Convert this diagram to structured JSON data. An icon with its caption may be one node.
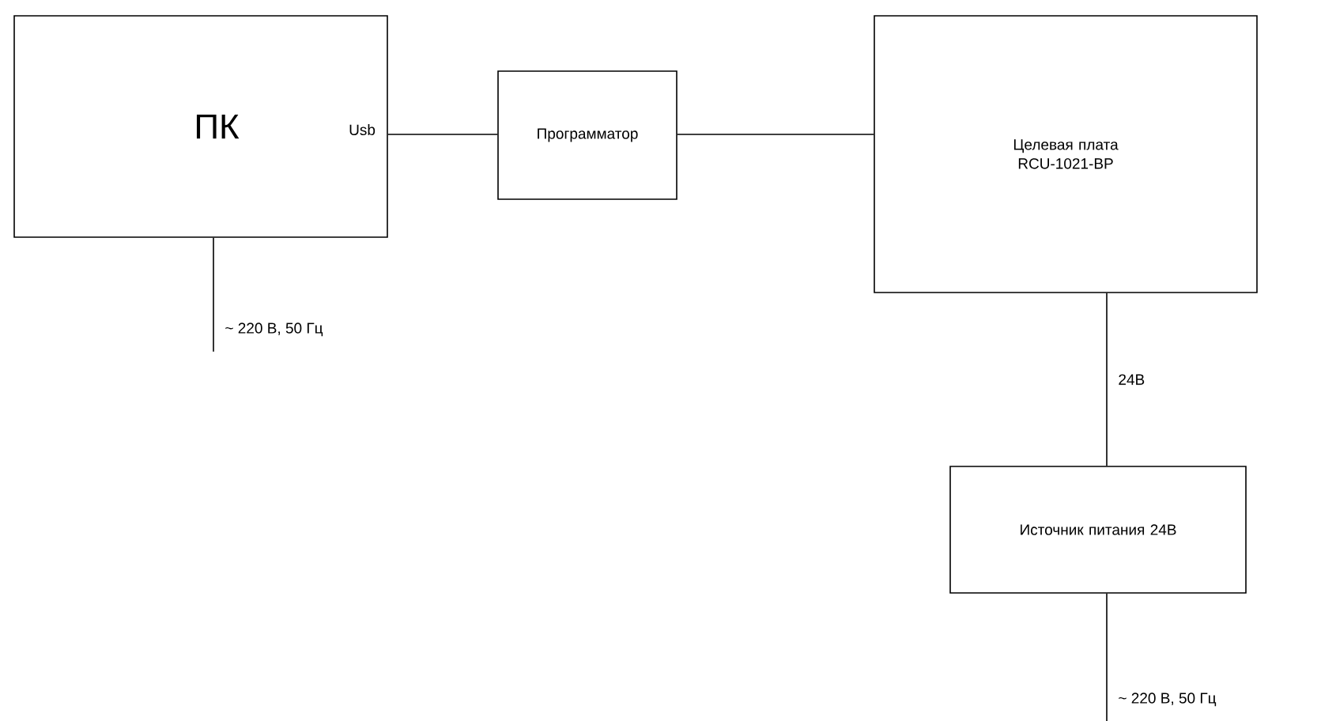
{
  "diagram": {
    "nodes": [
      {
        "text": [
          "ПК",
          "Usb"
        ]
      },
      {
        "text": [
          "Программатор"
        ]
      },
      {
        "text": [
          "Целевая плата RCU-1021-BP"
        ]
      },
      {
        "text": [
          "Источник питания 24В"
        ]
      }
    ],
    "edges": [
      {
        "from": 0,
        "to": 1,
        "arrow": "none"
      },
      {
        "from": 1,
        "to": 2,
        "arrow": "none"
      },
      {
        "from": 2,
        "to": 3,
        "arrow": "none",
        "label": "24В"
      },
      {
        "from": 0,
        "to": null,
        "arrow": "none",
        "label": "~ 220 В, 50 Гц"
      },
      {
        "from": 3,
        "to": null,
        "arrow": "none",
        "label": "~ 220 В, 50 Гц"
      }
    ]
  }
}
